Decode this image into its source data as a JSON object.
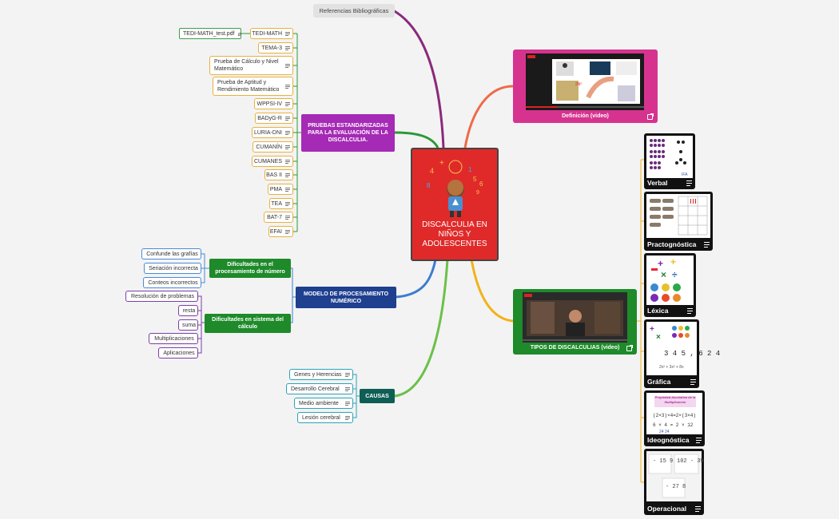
{
  "central": {
    "title": "DISCALCULIA EN NIÑOS Y ADOLESCENTES",
    "color": "#e02a2a"
  },
  "references": {
    "label": "Referencias Bibliográficas"
  },
  "pruebas": {
    "title": "PRUEBAS ESTANDARIZADAS PARA LA EVALUACIÓN DE LA DISCALCULIA.",
    "color": "#a52ab5",
    "attachment": "TEDI-MATH_test.pdf",
    "items": [
      "TEDI-MATH",
      "TEMA-3",
      "Prueba de Cálculo y Nivel Matemático",
      "Prueba de Aptitud y Rendimiento Matemático",
      "WPPSI-IV",
      "BADyG-R",
      "LURIA-DNI",
      "CUMANÍN",
      "CUMANES",
      "BAS II",
      "PMA",
      "TEA",
      "BAT-7",
      "EFAI"
    ]
  },
  "modelo": {
    "title": "MODELO DE PROCESAMIENTO NUMÉRICO",
    "color": "#1f3f8f",
    "sub": [
      {
        "title": "Dificultades en el procesamiento de número",
        "items": [
          "Confunde las grafías",
          "Seriación incorrecta",
          "Conteos incorrectos"
        ]
      },
      {
        "title": "Dificultades en sistema del cálculo",
        "items": [
          "Resolución de problemas",
          "resta",
          "suma",
          "Multiplicaciones",
          "Aplicaciones"
        ]
      }
    ],
    "sub_color": "#1e8a2a"
  },
  "causas": {
    "title": "CAUSAS",
    "color": "#0f5e55",
    "items": [
      "Genes y Herencias",
      "Desarrollo Cerebral",
      "Medio ambiente",
      "Lesión cerebral"
    ]
  },
  "definicion": {
    "label": "Definición (video)",
    "color": "#d6338f"
  },
  "tipos": {
    "label": "TIPOS DE DISCALCULIAS (video)",
    "color": "#1e8a2a",
    "items": [
      "Verbal",
      "Practognóstica",
      "Léxica",
      "Gráfica",
      "Ideognóstica",
      "Operacional"
    ]
  },
  "thumb_text": {
    "grafica_number": "3 4 5 , 6 2 4",
    "ideo_title": "Propiedad Asociativa de la Multiplicación",
    "op_a": "- 15 9",
    "op_b": "102 - 39",
    "op_c": "- 27 8"
  },
  "link_colors": {
    "pruebas": "#2a9a3a",
    "modelo": "#3a7dd0",
    "causas": "#6cc04a",
    "definicion": "#ef6a4a",
    "tipos": "#f2b21a",
    "references": "#8a2a7a"
  }
}
